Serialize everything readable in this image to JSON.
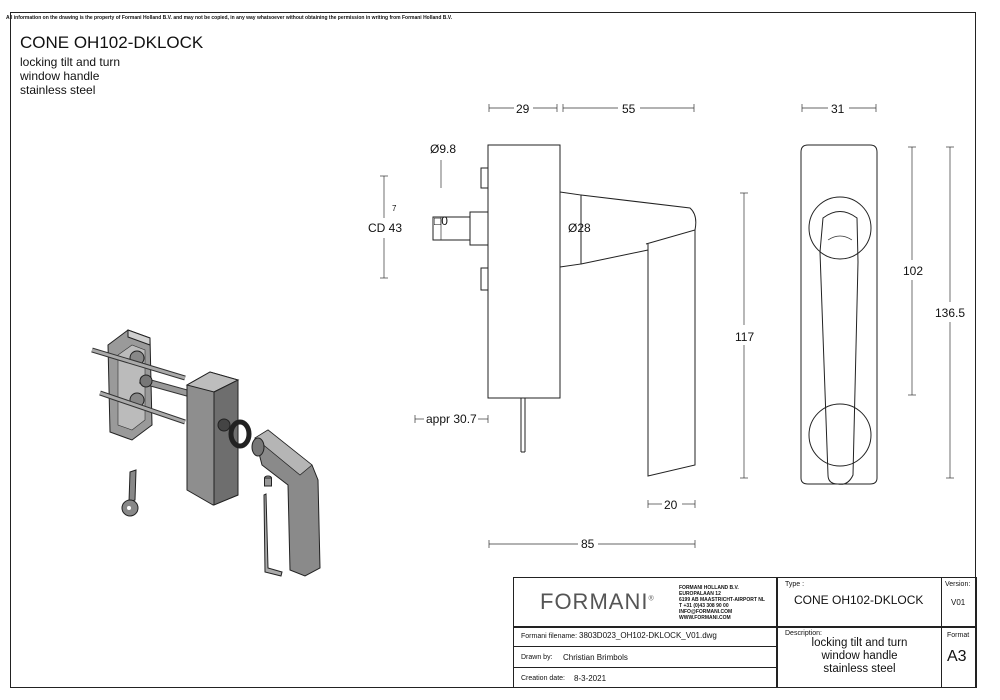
{
  "disclaimer": "All information on the drawing is the property of Formani Holland B.V. and may not be copied, in any way whatsoever without obtaining the permission in writing from Formani Holland B.V.",
  "header": {
    "title": "CONE OH102-DKLOCK",
    "lines": [
      "locking tilt and turn",
      "window handle",
      "stainless steel"
    ]
  },
  "dimensions": {
    "d29": "29",
    "d55": "55",
    "d31": "31",
    "d98": "Ø9.8",
    "d7": "7",
    "d0": "□0",
    "cd43": "CD 43",
    "d28": "Ø28",
    "d117": "117",
    "d102": "102",
    "d1365": "136.5",
    "appr": "appr 30.7",
    "d20": "20",
    "d85": "85"
  },
  "titleblock": {
    "logo": "FORMANI",
    "logo_mark": "®",
    "company": [
      "FORMANI HOLLAND B.V.",
      "EUROPALAAN 12",
      "6199 AB MAASTRICHT-AIRPORT NL",
      "T +31 (0)43 308 90 00",
      "INFO@FORMANI.COM",
      "WWW.FORMANI.COM"
    ],
    "type_label": "Type :",
    "type_value": "CONE OH102-DKLOCK",
    "version_label": "Version:",
    "version_value": "V01",
    "filename_label": "Formani filename:",
    "filename_value": "3803D023_OH102-DKLOCK_V01.dwg",
    "drawn_label": "Drawn by:",
    "drawn_value": "Christian Brimbols",
    "date_label": "Creation date:",
    "date_value": "8-3-2021",
    "desc_label": "Description:",
    "desc_lines": [
      "locking tilt and turn",
      "window handle",
      "stainless steel"
    ],
    "format_label": "Format",
    "format_value": "A3"
  }
}
